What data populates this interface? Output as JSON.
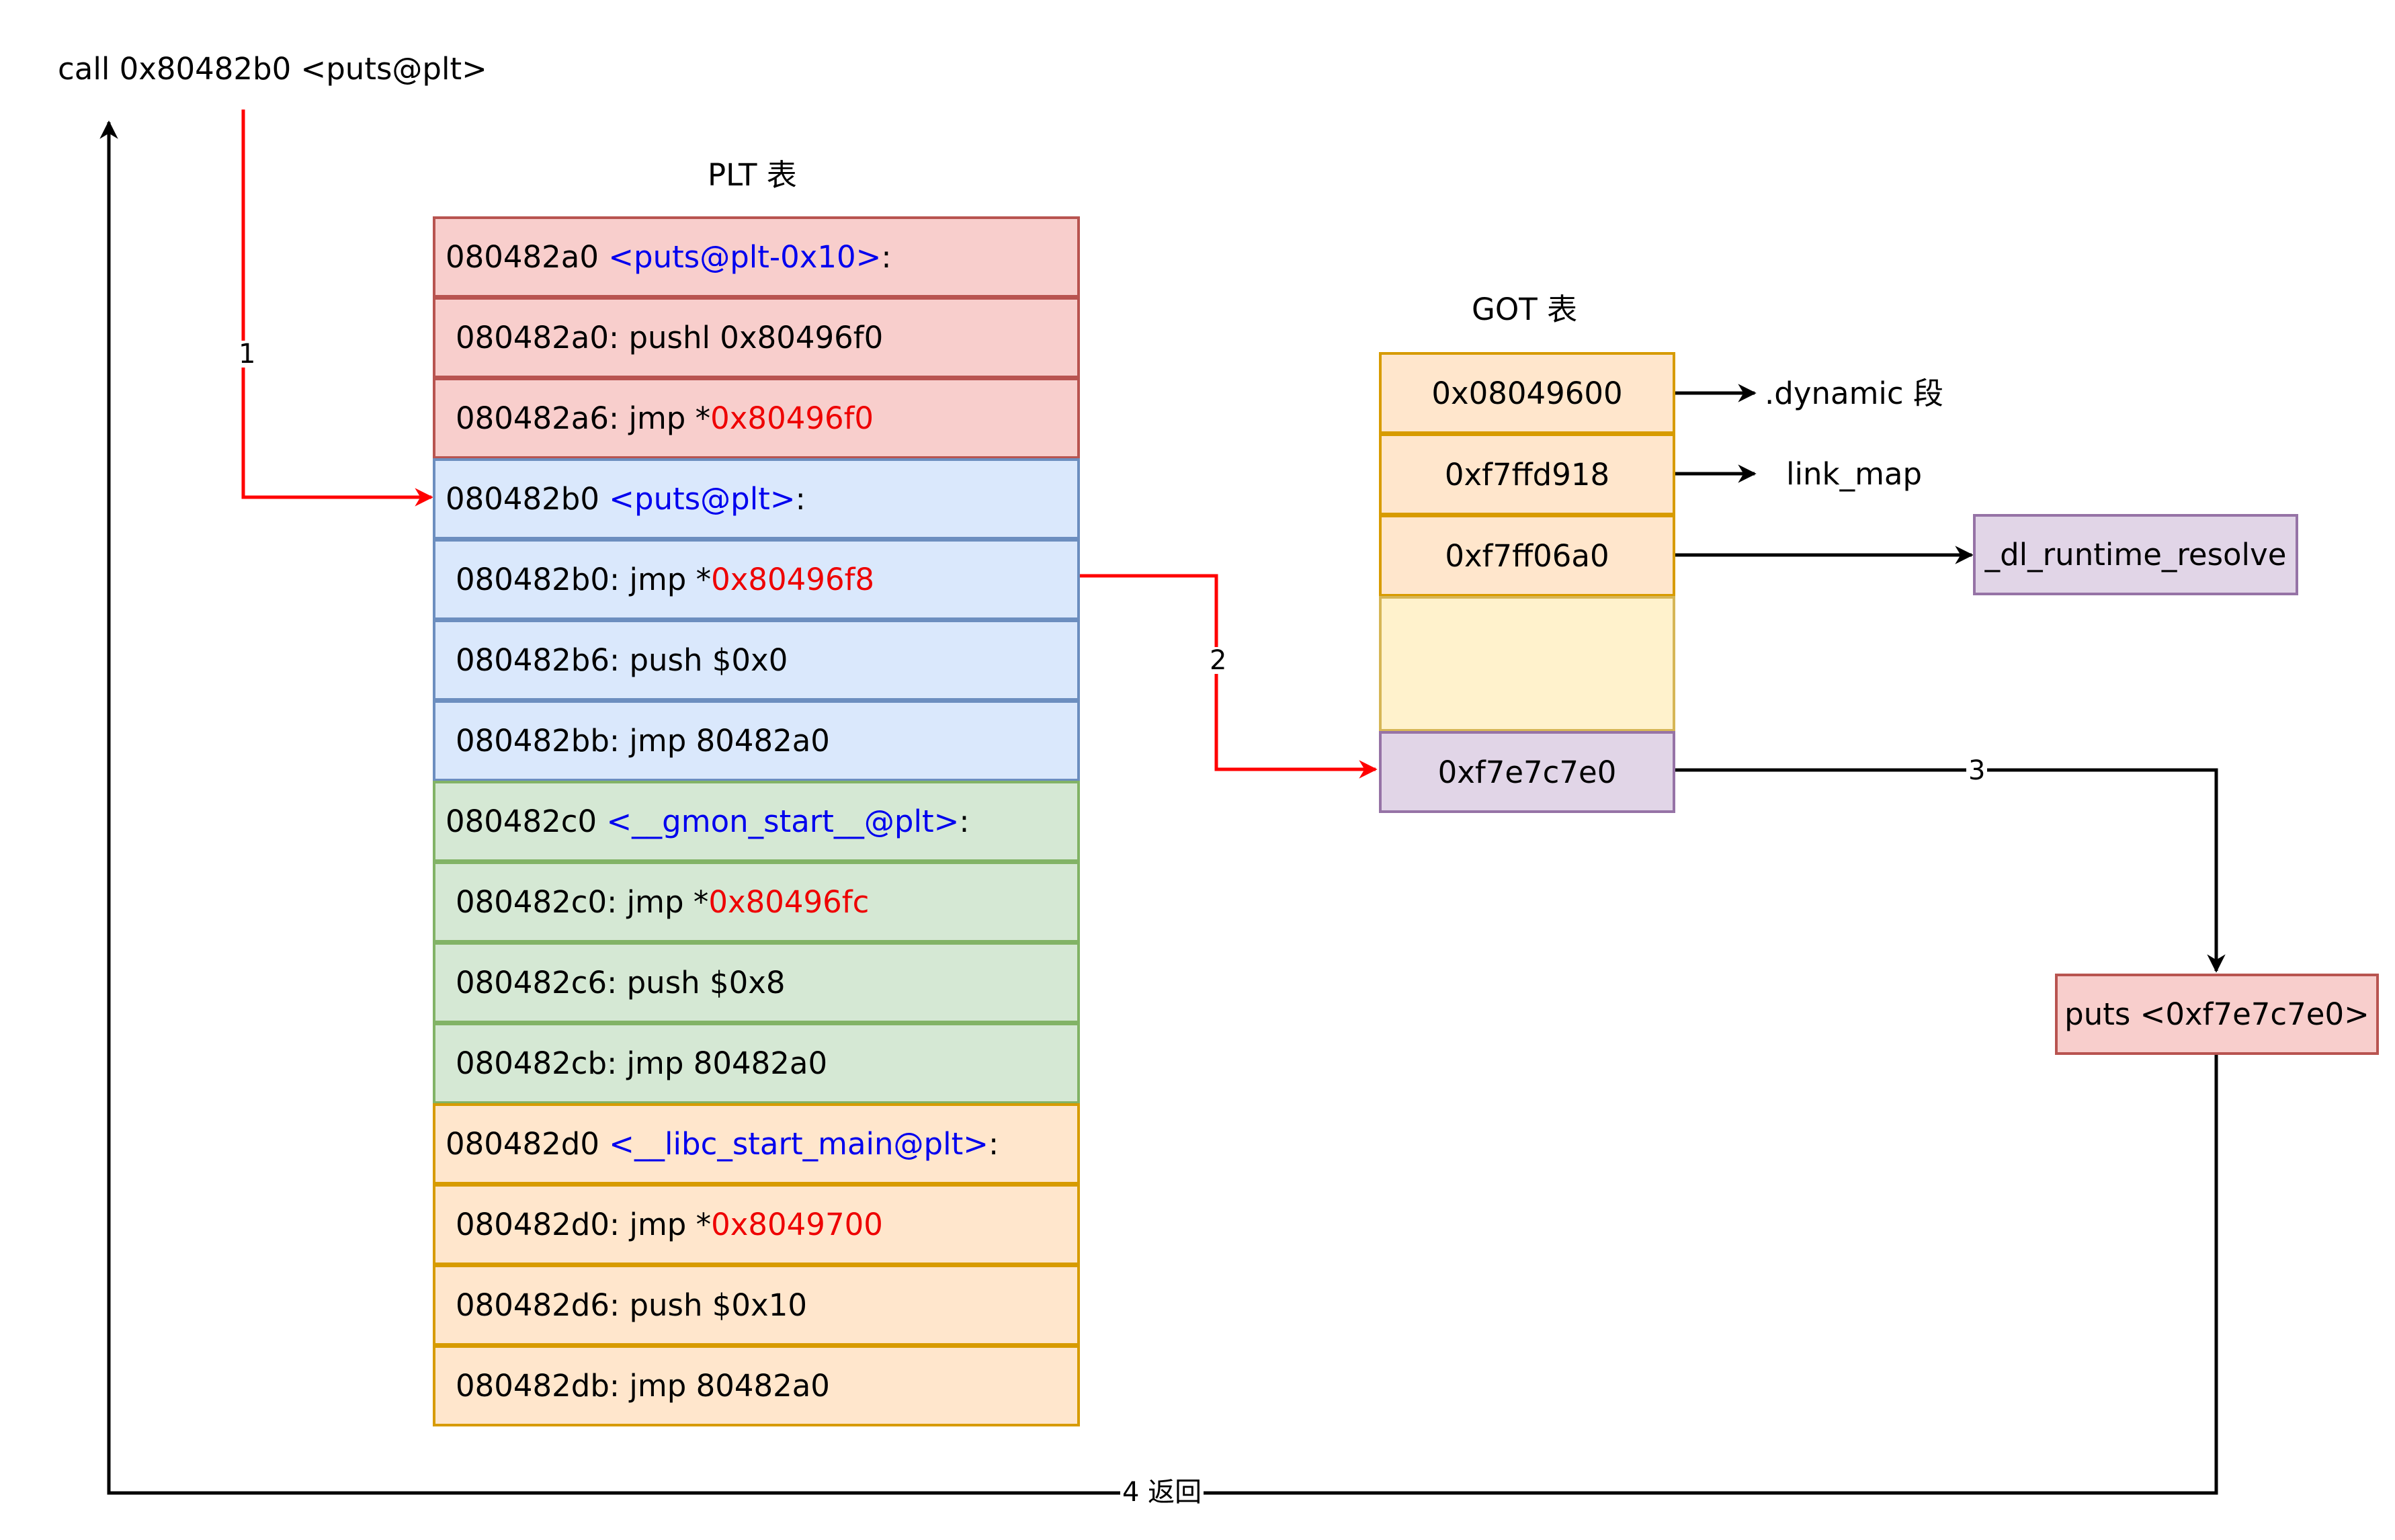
{
  "call_instruction": "call 0x80482b0 <puts@plt>",
  "plt": {
    "title": "PLT 表",
    "groups": [
      {
        "fill": "#f8cecc",
        "stroke": "#b85450",
        "header": {
          "addr": "080482a0",
          "label": "<puts@plt-0x10>",
          "suffix": ":"
        },
        "lines": [
          {
            "text": "080482a0: pushl 0x80496f0",
            "target": ""
          },
          {
            "text": "080482a6: jmp *",
            "target": "0x80496f0"
          }
        ]
      },
      {
        "fill": "#dae8fc",
        "stroke": "#6c8ebf",
        "header": {
          "addr": "080482b0",
          "label": "<puts@plt>",
          "suffix": ":"
        },
        "lines": [
          {
            "text": "080482b0: jmp *",
            "target": "0x80496f8"
          },
          {
            "text": "080482b6: push $0x0",
            "target": ""
          },
          {
            "text": "080482bb: jmp 80482a0",
            "target": ""
          }
        ]
      },
      {
        "fill": "#d5e8d4",
        "stroke": "#82b366",
        "header": {
          "addr": "080482c0",
          "label": "<__gmon_start__@plt>",
          "suffix": ":"
        },
        "lines": [
          {
            "text": "080482c0: jmp *",
            "target": "0x80496fc"
          },
          {
            "text": "080482c6: push $0x8",
            "target": ""
          },
          {
            "text": "080482cb: jmp 80482a0",
            "target": ""
          }
        ]
      },
      {
        "fill": "#ffe6cc",
        "stroke": "#d79b00",
        "header": {
          "addr": "080482d0",
          "label": "<__libc_start_main@plt>",
          "suffix": ":"
        },
        "lines": [
          {
            "text": "080482d0: jmp *",
            "target": "0x8049700"
          },
          {
            "text": "080482d6: push $0x10",
            "target": ""
          },
          {
            "text": "080482db: jmp 80482a0",
            "target": ""
          }
        ]
      }
    ]
  },
  "got": {
    "title": "GOT 表",
    "entries": [
      {
        "value": "0x08049600",
        "fill": "#ffe6cc",
        "stroke": "#d79b00"
      },
      {
        "value": "0xf7ffd918",
        "fill": "#ffe6cc",
        "stroke": "#d79b00"
      },
      {
        "value": "0xf7ff06a0",
        "fill": "#ffe6cc",
        "stroke": "#d79b00"
      },
      {
        "value": "",
        "fill": "#fff2cc",
        "stroke": "#d6b656"
      },
      {
        "value": "0xf7e7c7e0",
        "fill": "#e1d5e7",
        "stroke": "#9673a6"
      }
    ]
  },
  "got_targets": {
    "dynamic": ".dynamic 段",
    "link_map": "link_map",
    "resolver": "_dl_runtime_resolve"
  },
  "puts_box": "puts <0xf7e7c7e0>",
  "edges": {
    "step1": "1",
    "step2": "2",
    "step3": "3",
    "step4": "4 返回"
  },
  "colors": {
    "red_arrow": "#ff0000",
    "black_arrow": "#000000",
    "label_blue": "#0000ee",
    "address_red": "#ee0000",
    "resolver_fill": "#e1d5e7",
    "resolver_stroke": "#9673a6",
    "puts_fill": "#f8cecc",
    "puts_stroke": "#b85450"
  }
}
